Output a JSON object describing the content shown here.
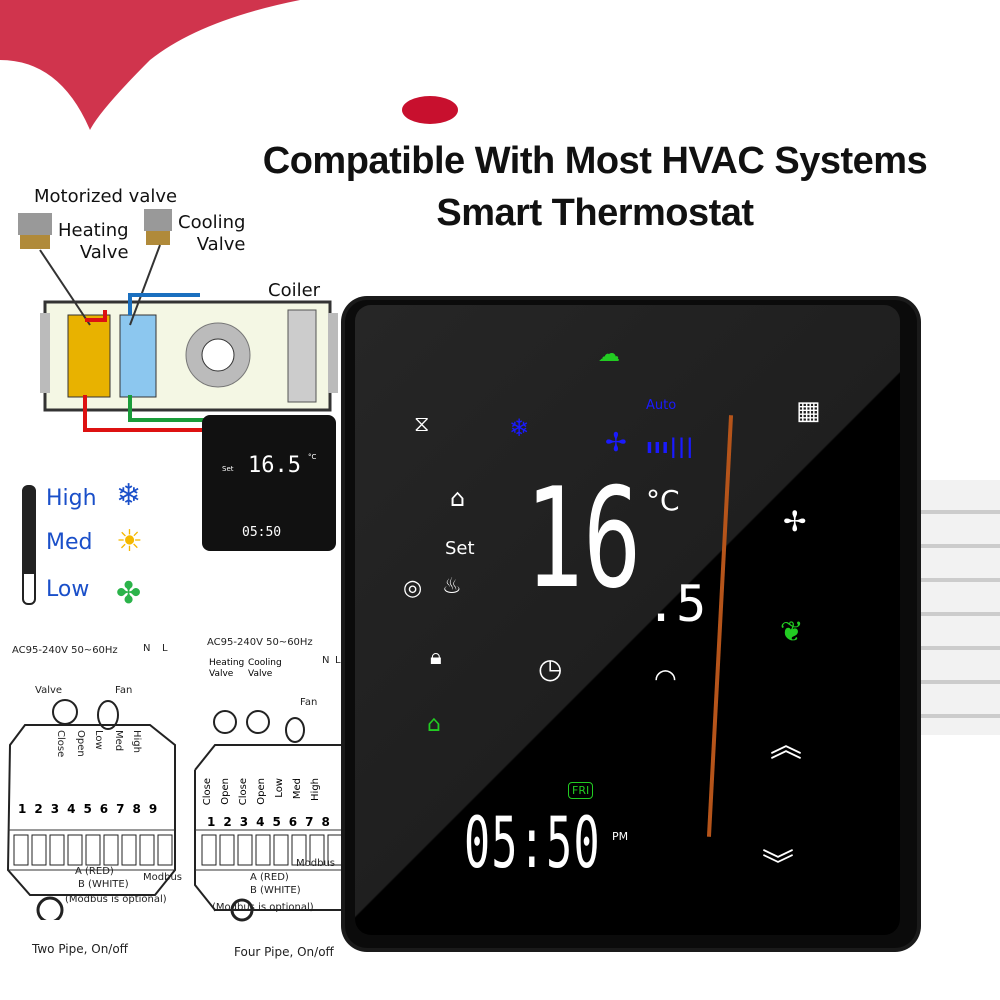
{
  "title": {
    "line1": "Compatible With Most HVAC Systems",
    "line2": "Smart Thermostat"
  },
  "diagram": {
    "motorized_valve": "Motorized valve",
    "heating_valve": "Heating\nValve",
    "cooling_valve": "Cooling\nValve",
    "coiler": "Coiler",
    "fan_speeds": [
      "High",
      "Med",
      "Low"
    ]
  },
  "wiring": [
    {
      "supply": "AC95-240V  50~60Hz",
      "n": "N",
      "l": "L",
      "labels": [
        "Valve",
        "Fan"
      ],
      "terminals_labels": [
        "Close",
        "Open",
        "Low",
        "Med",
        "High"
      ],
      "terminals": [
        "1",
        "2",
        "3",
        "4",
        "5",
        "6",
        "7",
        "8",
        "9"
      ],
      "modbus": {
        "a": "A (RED)",
        "b": "B (WHITE)",
        "label": "Modbus",
        "note": "(Modbus is optional)"
      },
      "caption": "Two Pipe, On/off"
    },
    {
      "supply": "AC95-240V  50~60Hz",
      "n": "N",
      "l": "L",
      "labels": [
        "Heating Valve",
        "Cooling Valve",
        "Fan"
      ],
      "terminals_labels": [
        "Close",
        "Open",
        "Close",
        "Open",
        "Low",
        "Med",
        "High"
      ],
      "terminals": [
        "1",
        "2",
        "3",
        "4",
        "5",
        "6",
        "7",
        "8"
      ],
      "modbus": {
        "a": "A (RED)",
        "b": "B (WHITE)",
        "label": "Modbus",
        "note": "(Modbus is optional)"
      },
      "caption": "Four Pipe, On/off"
    }
  ],
  "thermostat": {
    "fan_mode": "Auto",
    "set_label": "Set",
    "temperature": "16",
    "temperature_decimal": ".5",
    "unit": "°C",
    "day": "FRI",
    "time": "05:50",
    "ampm": "PM",
    "mini": {
      "set_label": "Set",
      "temperature": "16.5",
      "unit": "°C",
      "time": "05:50"
    },
    "colors": {
      "green": "#22cc22",
      "blue": "#1a1aff",
      "bar": "#b5541a"
    }
  }
}
